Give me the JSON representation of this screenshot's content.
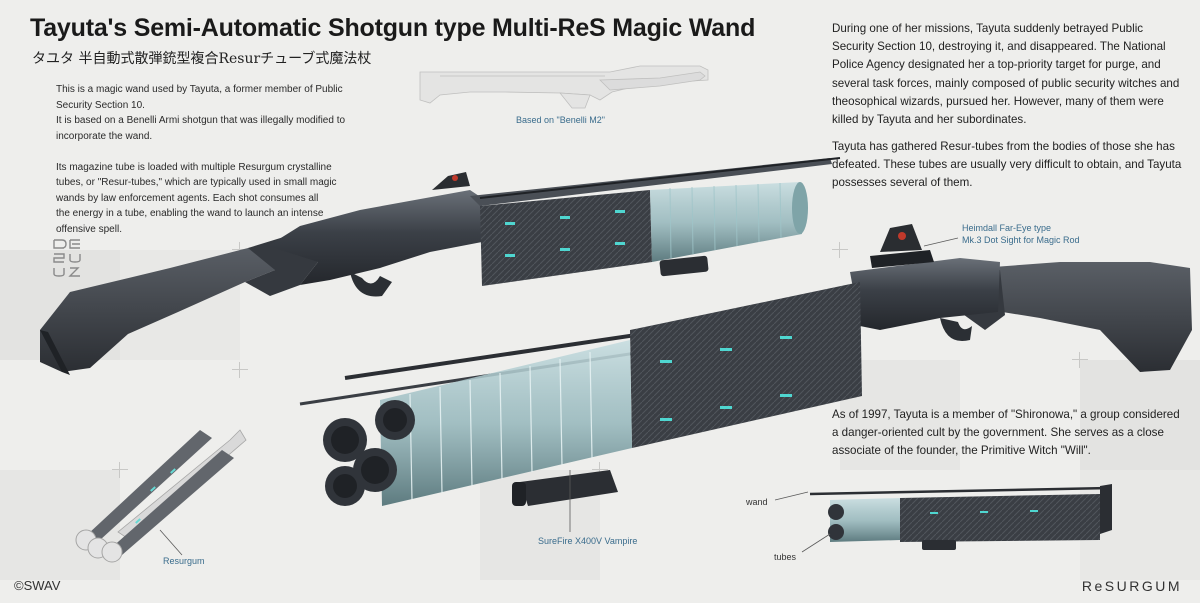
{
  "title": "Tayuta's Semi-Automatic Shotgun type Multi-ReS Magic Wand",
  "subtitle": "タユタ 半自動式散弾銃型複合Resurチューブ式魔法杖",
  "intro": {
    "lines_1": [
      "This is a magic wand used by Tayuta, a former member of Public",
      "Security Section 10.",
      "It is based on a Benelli Armi shotgun that was illegally modified to",
      "incorporate the wand."
    ],
    "lines_2": [
      "Its magazine tube is loaded with multiple Resurgum crystalline",
      "tubes, or \"Resur-tubes,\" which are typically used in small magic",
      "wands by law enforcement agents. Each shot consumes all",
      "the energy in a tube, enabling the wand to launch an intense",
      "offensive spell."
    ]
  },
  "story": {
    "p1": [
      "During one of her missions, Tayuta suddenly betrayed Public",
      "Security Section 10, destroying it, and disappeared. The National",
      "Police Agency designated her a top-priority target for purge, and",
      "several task forces, mainly composed of public security witches and",
      "theosophical wizards, pursued her. However, many of them were",
      "killed by Tayuta and her subordinates."
    ],
    "p2": [
      "Tayuta has gathered Resur-tubes from the bodies of those she has",
      "defeated. These tubes are usually very difficult to obtain, and Tayuta",
      "possesses several of them."
    ],
    "p3": [
      "As of 1997, Tayuta is a member of \"Shironowa,\" a group considered",
      "a danger-oriented cult by the government. She serves as a close",
      "associate of the founder, the Primitive Witch \"Will\"."
    ]
  },
  "callouts": {
    "based_on": "Based on \"Benelli M2\"",
    "sight_line1": "Heimdall Far-Eye type",
    "sight_line2": "Mk.3 Dot Sight for Magic Rod",
    "light": "SureFire X400V Vampire",
    "resurgum": "Resurgum",
    "wand": "wand",
    "tubes": "tubes"
  },
  "logo_vertical": "ReSURGUM",
  "credit": "©SWAV",
  "brand": "ReSURGUM",
  "colors": {
    "background": "#eeeeec",
    "callout": "#3a6c8c",
    "gunmetal": "#3d4248",
    "glow": "#4fd6d0"
  }
}
